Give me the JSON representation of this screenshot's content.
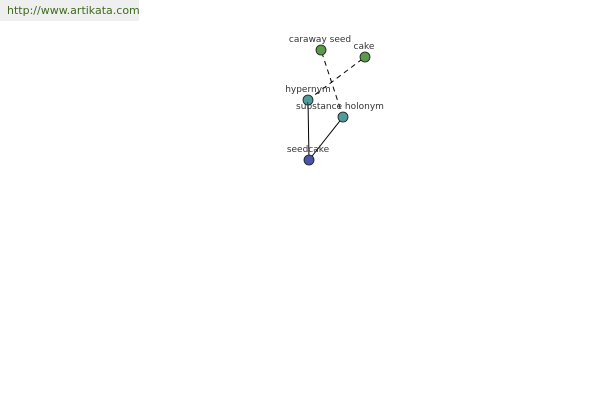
{
  "url_text": "http://www.artikata.com",
  "colors": {
    "leaf_node": "#5a9a4a",
    "relation_node": "#4f9a9a",
    "root_node": "#4a55a8",
    "edge": "#000000",
    "node_outline": "#1a1a1a"
  },
  "nodes": [
    {
      "id": "caraway_seed",
      "label": "caraway seed",
      "kind": "leaf_node"
    },
    {
      "id": "cake",
      "label": "cake",
      "kind": "leaf_node"
    },
    {
      "id": "hypernym",
      "label": "hypernym",
      "kind": "relation_node"
    },
    {
      "id": "substance_holonym",
      "label": "substance holonym",
      "kind": "relation_node"
    },
    {
      "id": "seedcake",
      "label": "seedcake",
      "kind": "root_node"
    }
  ],
  "edges": [
    {
      "from": "seedcake",
      "to": "hypernym",
      "style": "solid"
    },
    {
      "from": "seedcake",
      "to": "substance_holonym",
      "style": "solid"
    },
    {
      "from": "hypernym",
      "to": "cake",
      "style": "dashed"
    },
    {
      "from": "substance_holonym",
      "to": "caraway_seed",
      "style": "dashed"
    }
  ]
}
